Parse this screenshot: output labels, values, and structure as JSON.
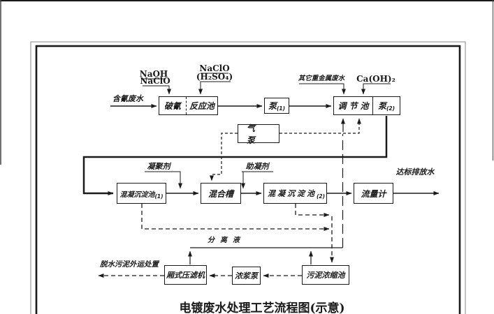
{
  "diagram": {
    "title": "电镀废水处理工艺流程图(示意)",
    "ink_color": "#1a1a1a",
    "paper_color": "#ffffff"
  },
  "nodes": {
    "cyanide_break": {
      "label": "破氰"
    },
    "reaction_tank": {
      "label": "反应池"
    },
    "pump1": {
      "label": "泵",
      "sub": "(1)"
    },
    "regulating_tank": {
      "label": "调节池"
    },
    "pump2": {
      "label": "泵",
      "sub": "(2)"
    },
    "air_pump": {
      "label": "气泵"
    },
    "coag_sed_tank1": {
      "label": "混凝沉淀池",
      "sub": "(1)"
    },
    "mixing_tank": {
      "label": "混合槽"
    },
    "coag_sed_tank2": {
      "label": "混凝沉淀池",
      "sub": "(2)"
    },
    "flow_meter": {
      "label": "流量计"
    },
    "filter_press": {
      "label": "厢式压滤机"
    },
    "slurry_pump": {
      "label": "浓浆泵"
    },
    "sludge_thickener": {
      "label": "污泥浓缩池"
    }
  },
  "streams": {
    "influent": "含氰废水",
    "naoh": "NaOH",
    "naclo_1": "NaClO",
    "naclo_2": "NaClO",
    "h2so4": "(H₂SO₄)",
    "other_heavy_metal_ww": "其它重金属废水",
    "lime": "Ca(OH)₂",
    "coagulant": "凝聚剂",
    "coagulant_aid": "助凝剂",
    "discharge": "达标排放水",
    "separated_liquid": "分离液",
    "sludge_disposal": "脱水污泥外运处置"
  }
}
